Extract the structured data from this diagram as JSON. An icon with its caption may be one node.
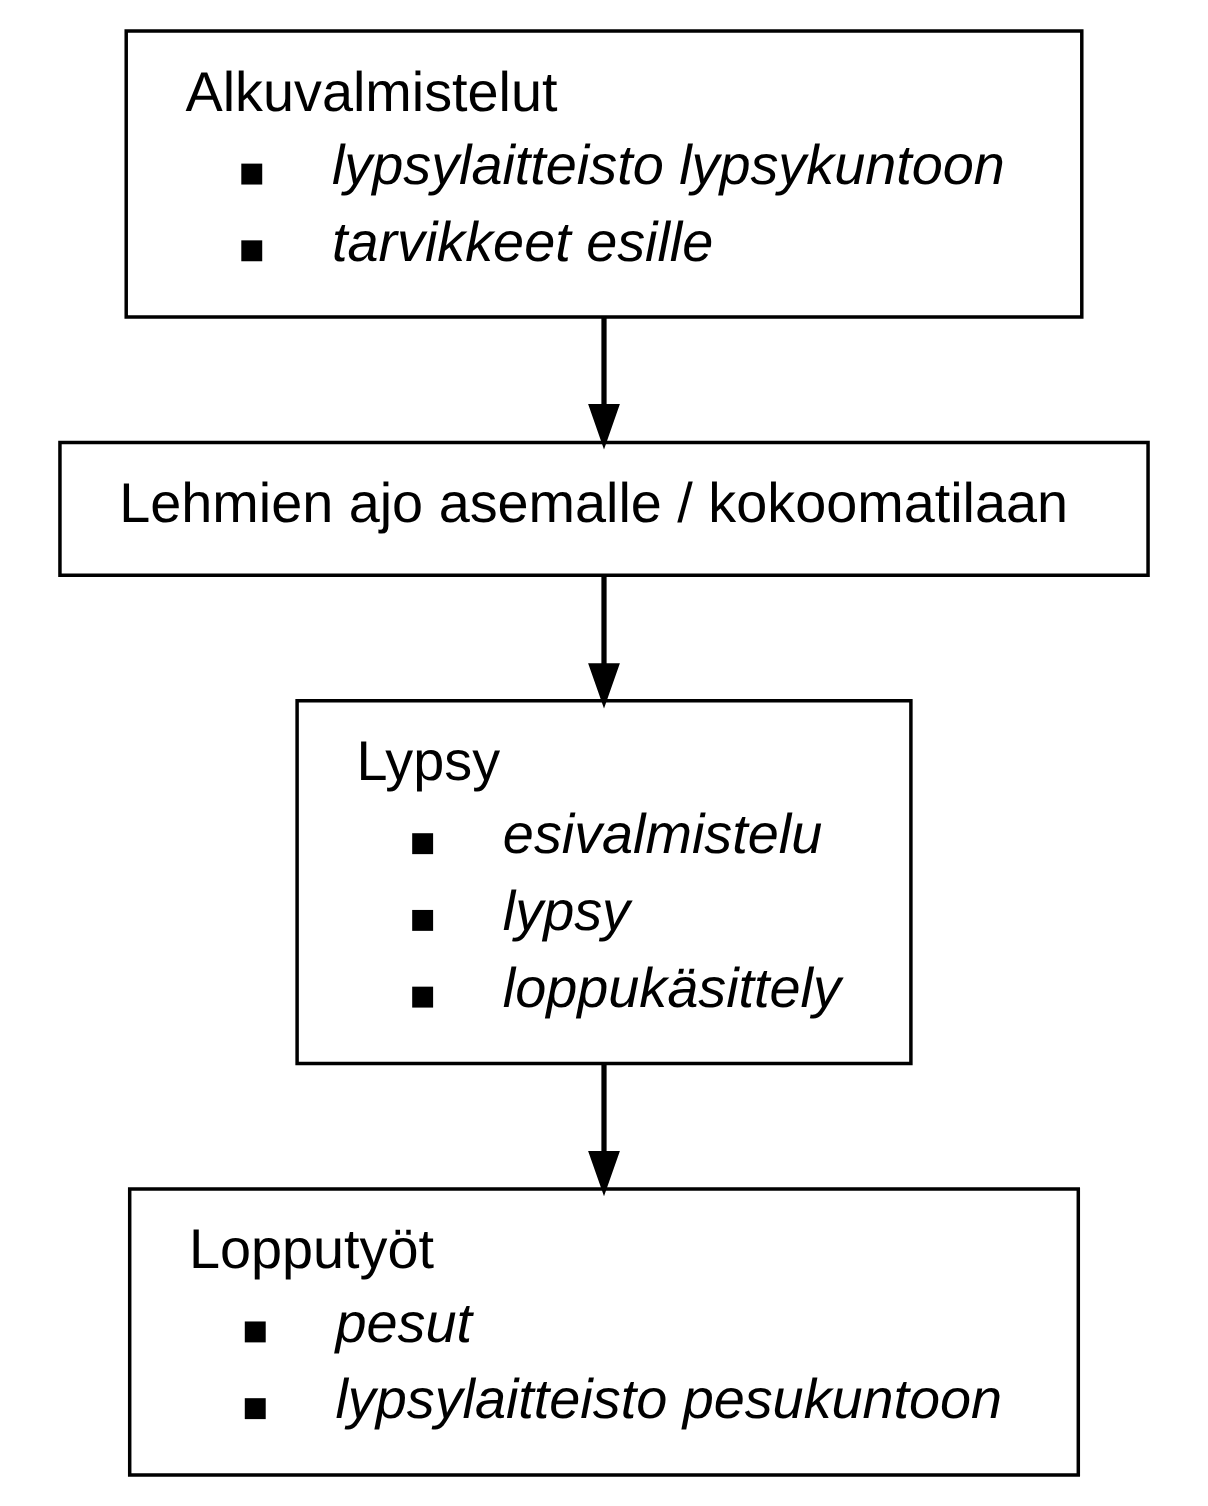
{
  "diagram": {
    "nodes": [
      {
        "text": [
          "Alkuvalmistelut",
          "lypsylaitteisto lypsykuntoon",
          "tarvikkeet esille"
        ]
      },
      {
        "text": [
          "Lehmien ajo asemalle / kokoomatilaan"
        ]
      },
      {
        "text": [
          "Lypsy",
          "esivalmistelu",
          "lypsy",
          "loppukäsittely"
        ]
      },
      {
        "text": [
          "Lopputyöt",
          "pesut",
          "lypsylaitteisto pesukuntoon"
        ]
      }
    ],
    "edges": [
      {
        "from": 0,
        "to": 1,
        "arrow": "to"
      },
      {
        "from": 1,
        "to": 2,
        "arrow": "to"
      },
      {
        "from": 2,
        "to": 3,
        "arrow": "to"
      }
    ]
  }
}
